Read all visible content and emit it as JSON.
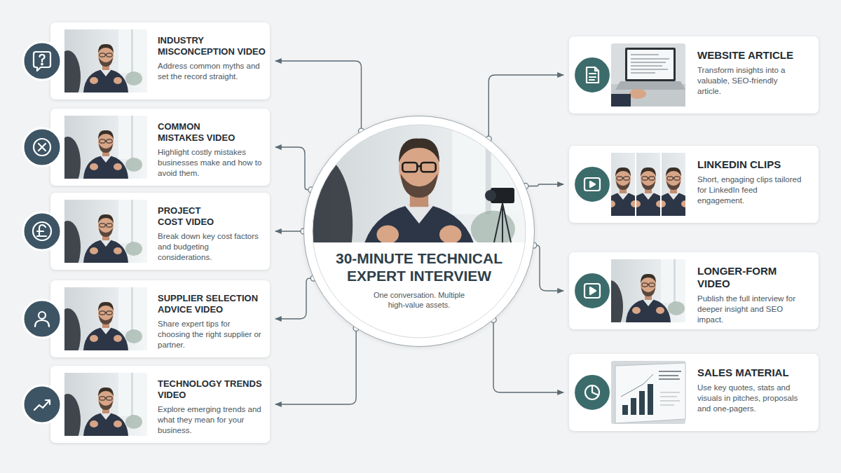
{
  "diagram": {
    "nodes": [
      {
        "text": [
          "INDUSTRY MISCONCEPTION VIDEO",
          "Address common myths and set the record straight."
        ]
      },
      {
        "text": [
          "COMMON MISTAKES VIDEO",
          "Highlight costly mistakes businesses make and how to avoid them."
        ]
      },
      {
        "text": [
          "PROJECT COST VIDEO",
          "Break down key cost factors and budgeting considerations."
        ]
      },
      {
        "text": [
          "SUPPLIER SELECTION ADVICE VIDEO",
          "Share expert tips for choosing the right supplier or partner."
        ]
      },
      {
        "text": [
          "TECHNOLOGY TRENDS VIDEO",
          "Explore emerging trends and what they mean for your business."
        ]
      },
      {
        "text": [
          "30-MINUTE TECHNICAL EXPERT INTERVIEW",
          "One conversation. Multiple high-value assets."
        ]
      },
      {
        "text": [
          "WEBSITE ARTICLE",
          "Transform insights into a valuable, SEO-friendly article."
        ]
      },
      {
        "text": [
          "LINKEDIN CLIPS",
          "Short, engaging clips tailored for LinkedIn feed engagement."
        ]
      },
      {
        "text": [
          "LONGER-FORM VIDEO",
          "Publish the full interview for deeper insight and SEO impact."
        ]
      },
      {
        "text": [
          "SALES MATERIAL",
          "Use key quotes, stats and visuals in pitches, proposals and one-pagers."
        ]
      }
    ],
    "edges": [
      {
        "from": 5,
        "to": 0,
        "arrow": "to"
      },
      {
        "from": 5,
        "to": 1,
        "arrow": "to"
      },
      {
        "from": 5,
        "to": 2,
        "arrow": "to"
      },
      {
        "from": 5,
        "to": 3,
        "arrow": "to"
      },
      {
        "from": 5,
        "to": 4,
        "arrow": "to"
      },
      {
        "from": 5,
        "to": 6,
        "arrow": "to"
      },
      {
        "from": 5,
        "to": 7,
        "arrow": "to"
      },
      {
        "from": 5,
        "to": 8,
        "arrow": "to"
      },
      {
        "from": 5,
        "to": 9,
        "arrow": "to"
      }
    ]
  }
}
